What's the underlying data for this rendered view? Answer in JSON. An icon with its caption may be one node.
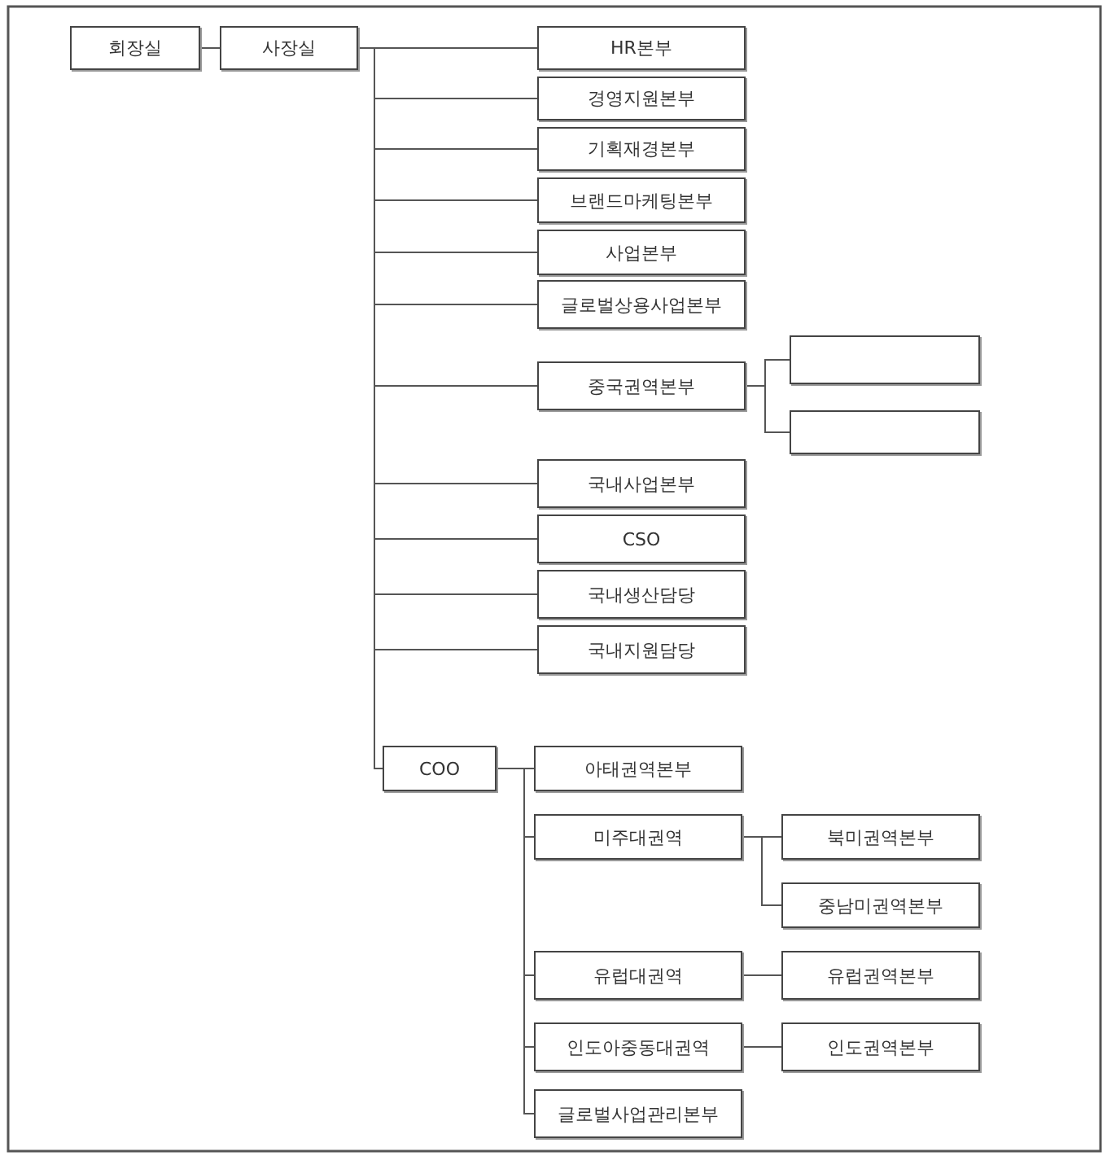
{
  "diagram": {
    "nodes": [
      {
        "text": [
          "회장실"
        ]
      },
      {
        "text": [
          "사장실"
        ]
      },
      {
        "text": [
          "HR본부"
        ]
      },
      {
        "text": [
          "경영지원본부"
        ]
      },
      {
        "text": [
          "기획재경본부"
        ]
      },
      {
        "text": [
          "브랜드마케팅본부"
        ]
      },
      {
        "text": [
          "사업본부"
        ]
      },
      {
        "text": [
          "글로벌상용사업본부"
        ]
      },
      {
        "text": [
          "중국권역본부"
        ]
      },
      {
        "text": [],
        "shape": "box"
      },
      {
        "text": [],
        "shape": "box"
      },
      {
        "text": [
          "국내사업본부"
        ]
      },
      {
        "text": [
          "CSO"
        ]
      },
      {
        "text": [
          "국내생산담당"
        ]
      },
      {
        "text": [
          "국내지원담당"
        ]
      },
      {
        "text": [
          "COO"
        ]
      },
      {
        "text": [
          "아태권역본부"
        ]
      },
      {
        "text": [
          "미주대권역"
        ]
      },
      {
        "text": [
          "북미권역본부"
        ]
      },
      {
        "text": [
          "중남미권역본부"
        ]
      },
      {
        "text": [
          "유럽대권역"
        ]
      },
      {
        "text": [
          "유럽권역본부"
        ]
      },
      {
        "text": [
          "인도아중동대권역"
        ]
      },
      {
        "text": [
          "인도권역본부"
        ]
      },
      {
        "text": [
          "글로벌사업관리본부"
        ]
      }
    ],
    "edges": [
      {
        "from": 0,
        "to": 1,
        "arrow": "none"
      },
      {
        "from": 1,
        "to": 2,
        "arrow": "none"
      },
      {
        "from": 1,
        "to": 3,
        "arrow": "none"
      },
      {
        "from": 1,
        "to": 4,
        "arrow": "none"
      },
      {
        "from": 1,
        "to": 5,
        "arrow": "none"
      },
      {
        "from": 1,
        "to": 6,
        "arrow": "none"
      },
      {
        "from": 1,
        "to": 7,
        "arrow": "none"
      },
      {
        "from": 1,
        "to": 8,
        "arrow": "none"
      },
      {
        "from": 8,
        "to": 9,
        "arrow": "none"
      },
      {
        "from": 8,
        "to": 10,
        "arrow": "none"
      },
      {
        "from": 1,
        "to": 11,
        "arrow": "none"
      },
      {
        "from": 1,
        "to": 12,
        "arrow": "none"
      },
      {
        "from": 1,
        "to": 13,
        "arrow": "none"
      },
      {
        "from": 1,
        "to": 14,
        "arrow": "none"
      },
      {
        "from": 1,
        "to": 15,
        "arrow": "none"
      },
      {
        "from": 15,
        "to": 16,
        "arrow": "none"
      },
      {
        "from": 15,
        "to": 17,
        "arrow": "none"
      },
      {
        "from": 17,
        "to": 18,
        "arrow": "none"
      },
      {
        "from": 17,
        "to": 19,
        "arrow": "none"
      },
      {
        "from": 15,
        "to": 20,
        "arrow": "none"
      },
      {
        "from": 20,
        "to": 21,
        "arrow": "none"
      },
      {
        "from": 15,
        "to": 22,
        "arrow": "none"
      },
      {
        "from": 22,
        "to": 23,
        "arrow": "none"
      },
      {
        "from": 15,
        "to": 24,
        "arrow": "none"
      }
    ]
  }
}
